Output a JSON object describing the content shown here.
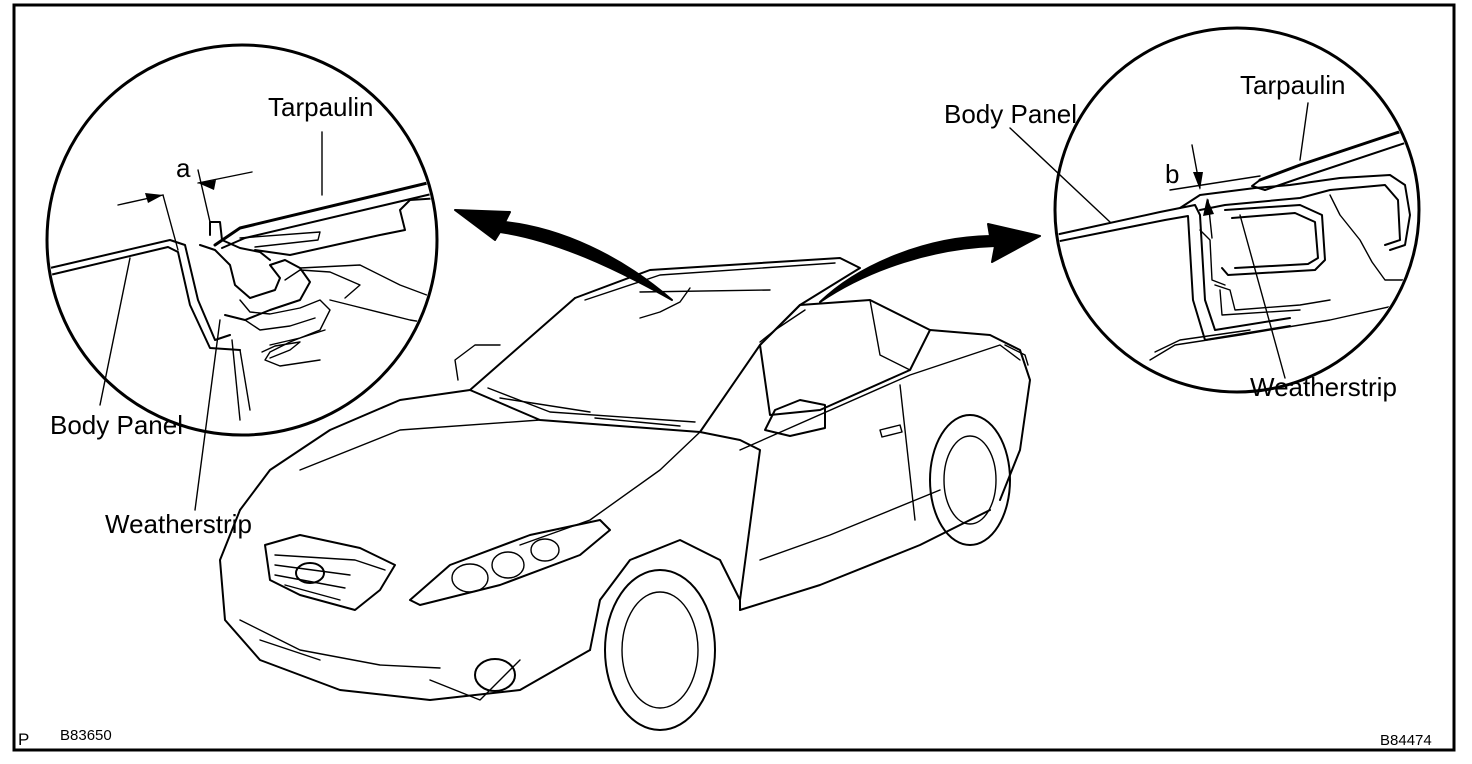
{
  "diagram": {
    "left_detail": {
      "labels": {
        "tarpaulin": "Tarpaulin",
        "gap": "a",
        "body_panel": "Body Panel",
        "weatherstrip": "Weatherstrip"
      }
    },
    "right_detail": {
      "labels": {
        "tarpaulin": "Tarpaulin",
        "gap": "b",
        "body_panel": "Body Panel",
        "weatherstrip": "Weatherstrip"
      }
    },
    "footer": {
      "page_mark": "P",
      "code_left": "B83650",
      "code_right": "B84474"
    }
  }
}
